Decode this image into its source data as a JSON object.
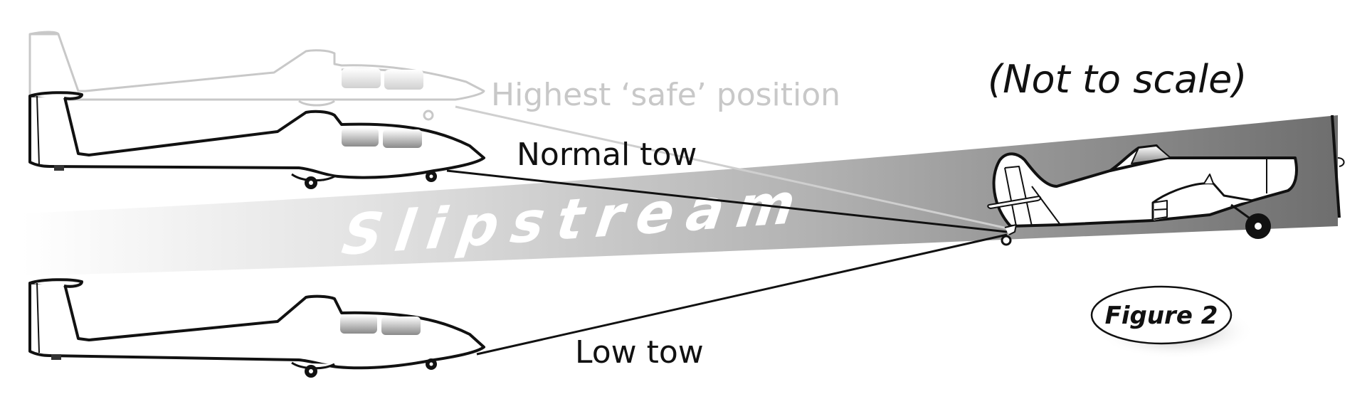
{
  "diagram": {
    "title": "Figure 2",
    "note": "(Not to scale)",
    "slipstream_label": "Slipstream",
    "positions": [
      {
        "id": "highest",
        "label": "Highest ‘safe’ position",
        "style": "ghost"
      },
      {
        "id": "normal",
        "label": "Normal tow",
        "style": "solid"
      },
      {
        "id": "low",
        "label": "Low tow",
        "style": "solid"
      }
    ],
    "objects": {
      "glider": "glider",
      "tug": "tow-plane",
      "rope": "tow-rope"
    },
    "colors": {
      "background": "#ffffff",
      "ink": "#111111",
      "ghost": "#c8c8c8",
      "slipstream_light": "#f4f4f4",
      "slipstream_dark": "#7a7a7a"
    }
  }
}
